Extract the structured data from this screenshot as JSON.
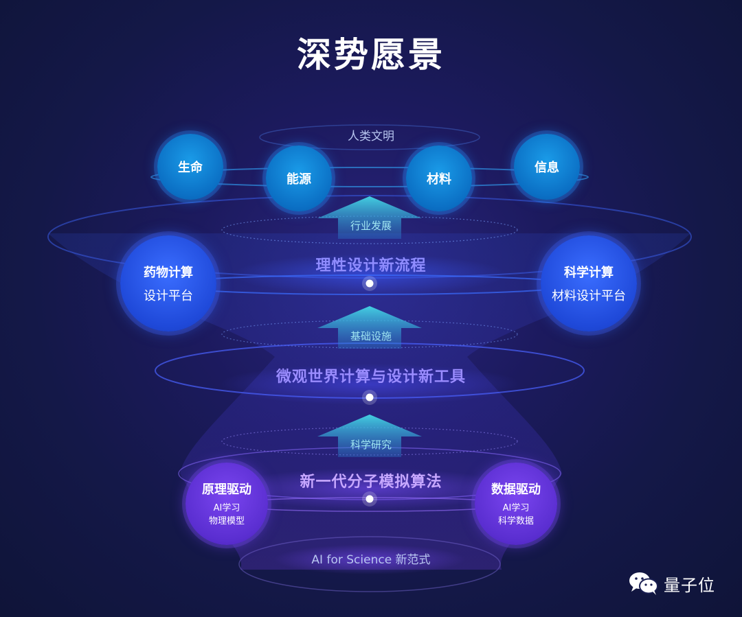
{
  "title": "深势愿景",
  "top_label": "人类文明",
  "top_nodes": [
    "生命",
    "能源",
    "材料",
    "信息"
  ],
  "arrows": [
    "行业发展",
    "基础设施",
    "科学研究"
  ],
  "levels": [
    "理性设计新流程",
    "微观世界计算与设计新工具",
    "新一代分子模拟算法"
  ],
  "mid_nodes": [
    {
      "line1": "药物计算",
      "line2": "设计平台"
    },
    {
      "line1": "科学计算",
      "line2": "材料设计平台"
    }
  ],
  "bottom_nodes": [
    {
      "line1": "原理驱动",
      "line2": "AI学习",
      "line3": "物理模型"
    },
    {
      "line1": "数据驱动",
      "line2": "AI学习",
      "line3": "科学数据"
    }
  ],
  "base_label": "AI for Science 新范式",
  "logo": {
    "text": "量子位",
    "icon": "wechat-icon"
  },
  "colors": {
    "top_node": "#0b6fc4",
    "mid_node": "#1f49d9",
    "bottom_node": "#5a2ed0",
    "arrow": "#3ec6d8",
    "level_text_1": "#8f8cff",
    "level_text_2": "#9a8cff",
    "level_text_3": "#c7a8ff"
  }
}
